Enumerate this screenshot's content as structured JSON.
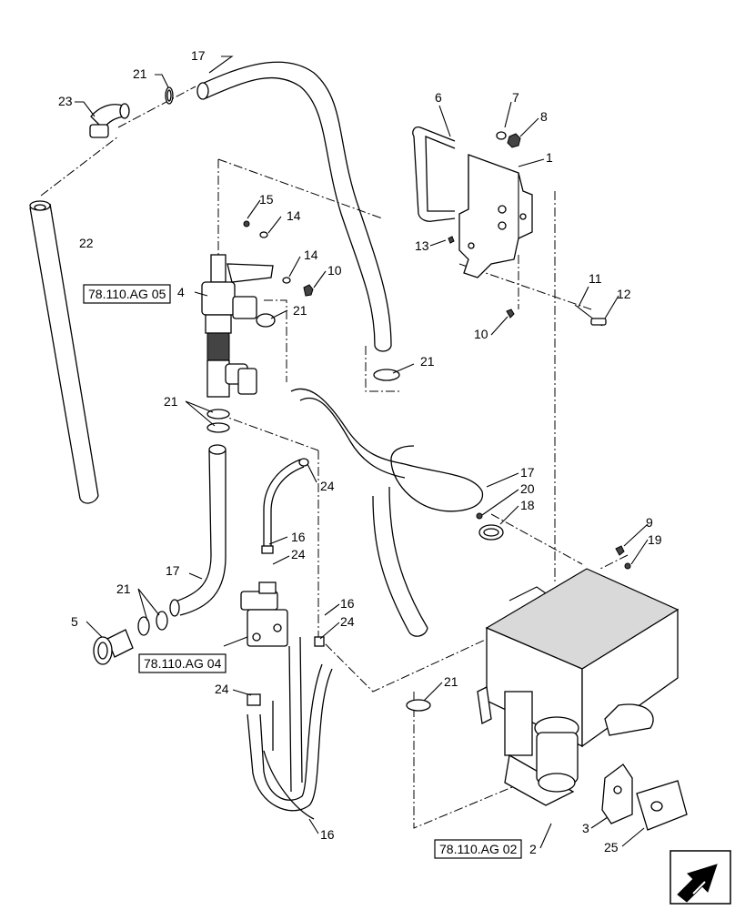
{
  "callouts": {
    "c1": "1",
    "c2": "2",
    "c3": "3",
    "c4": "4",
    "c5": "5",
    "c6": "6",
    "c7": "7",
    "c8": "8",
    "c9": "9",
    "c10a": "10",
    "c10b": "10",
    "c11": "11",
    "c12": "12",
    "c13": "13",
    "c14a": "14",
    "c14b": "14",
    "c15": "15",
    "c16a": "16",
    "c16b": "16",
    "c16c": "16",
    "c17a": "17",
    "c17b": "17",
    "c17c": "17",
    "c18": "18",
    "c19": "19",
    "c20": "20",
    "c21a": "21",
    "c21b": "21",
    "c21c": "21",
    "c21d": "21",
    "c21e": "21",
    "c21f": "21",
    "c22": "22",
    "c23": "23",
    "c24a": "24",
    "c24b": "24",
    "c24c": "24",
    "c24d": "24",
    "c25": "25"
  },
  "references": {
    "ag05": "78.110.AG 05",
    "ag04": "78.110.AG 04",
    "ag02": "78.110.AG 02"
  },
  "nav_icon": "next-page-arrow-icon"
}
